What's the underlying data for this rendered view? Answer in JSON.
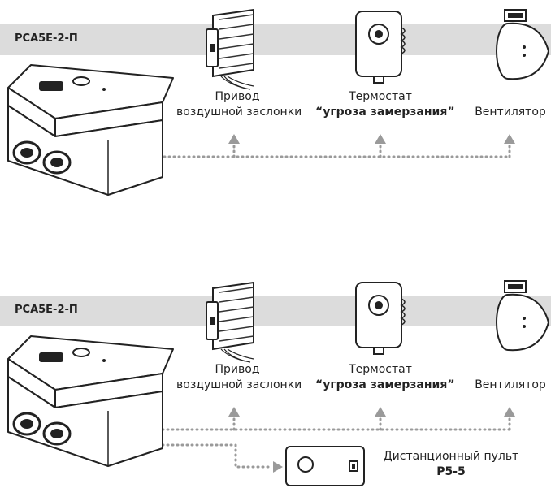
{
  "diagram_top": {
    "controller_label": "PCA5E-2-П",
    "damper_line1": "Привод",
    "damper_line2": "воздушной заслонки",
    "thermostat_line1": "Термостат",
    "thermostat_line2": "“угроза замерзания”",
    "fan_label": "Вентилятор"
  },
  "diagram_bottom": {
    "controller_label": "PCA5E-2-П",
    "damper_line1": "Привод",
    "damper_line2": "воздушной заслонки",
    "thermostat_line1": "Термостат",
    "thermostat_line2": "“угроза замерзания”",
    "fan_label": "Вентилятор",
    "remote_line1": "Дистанционный пульт",
    "remote_line2": "P5-5"
  },
  "colors": {
    "band": "#dcdcdc",
    "connector": "#9a9a9a",
    "outline": "#222222"
  }
}
